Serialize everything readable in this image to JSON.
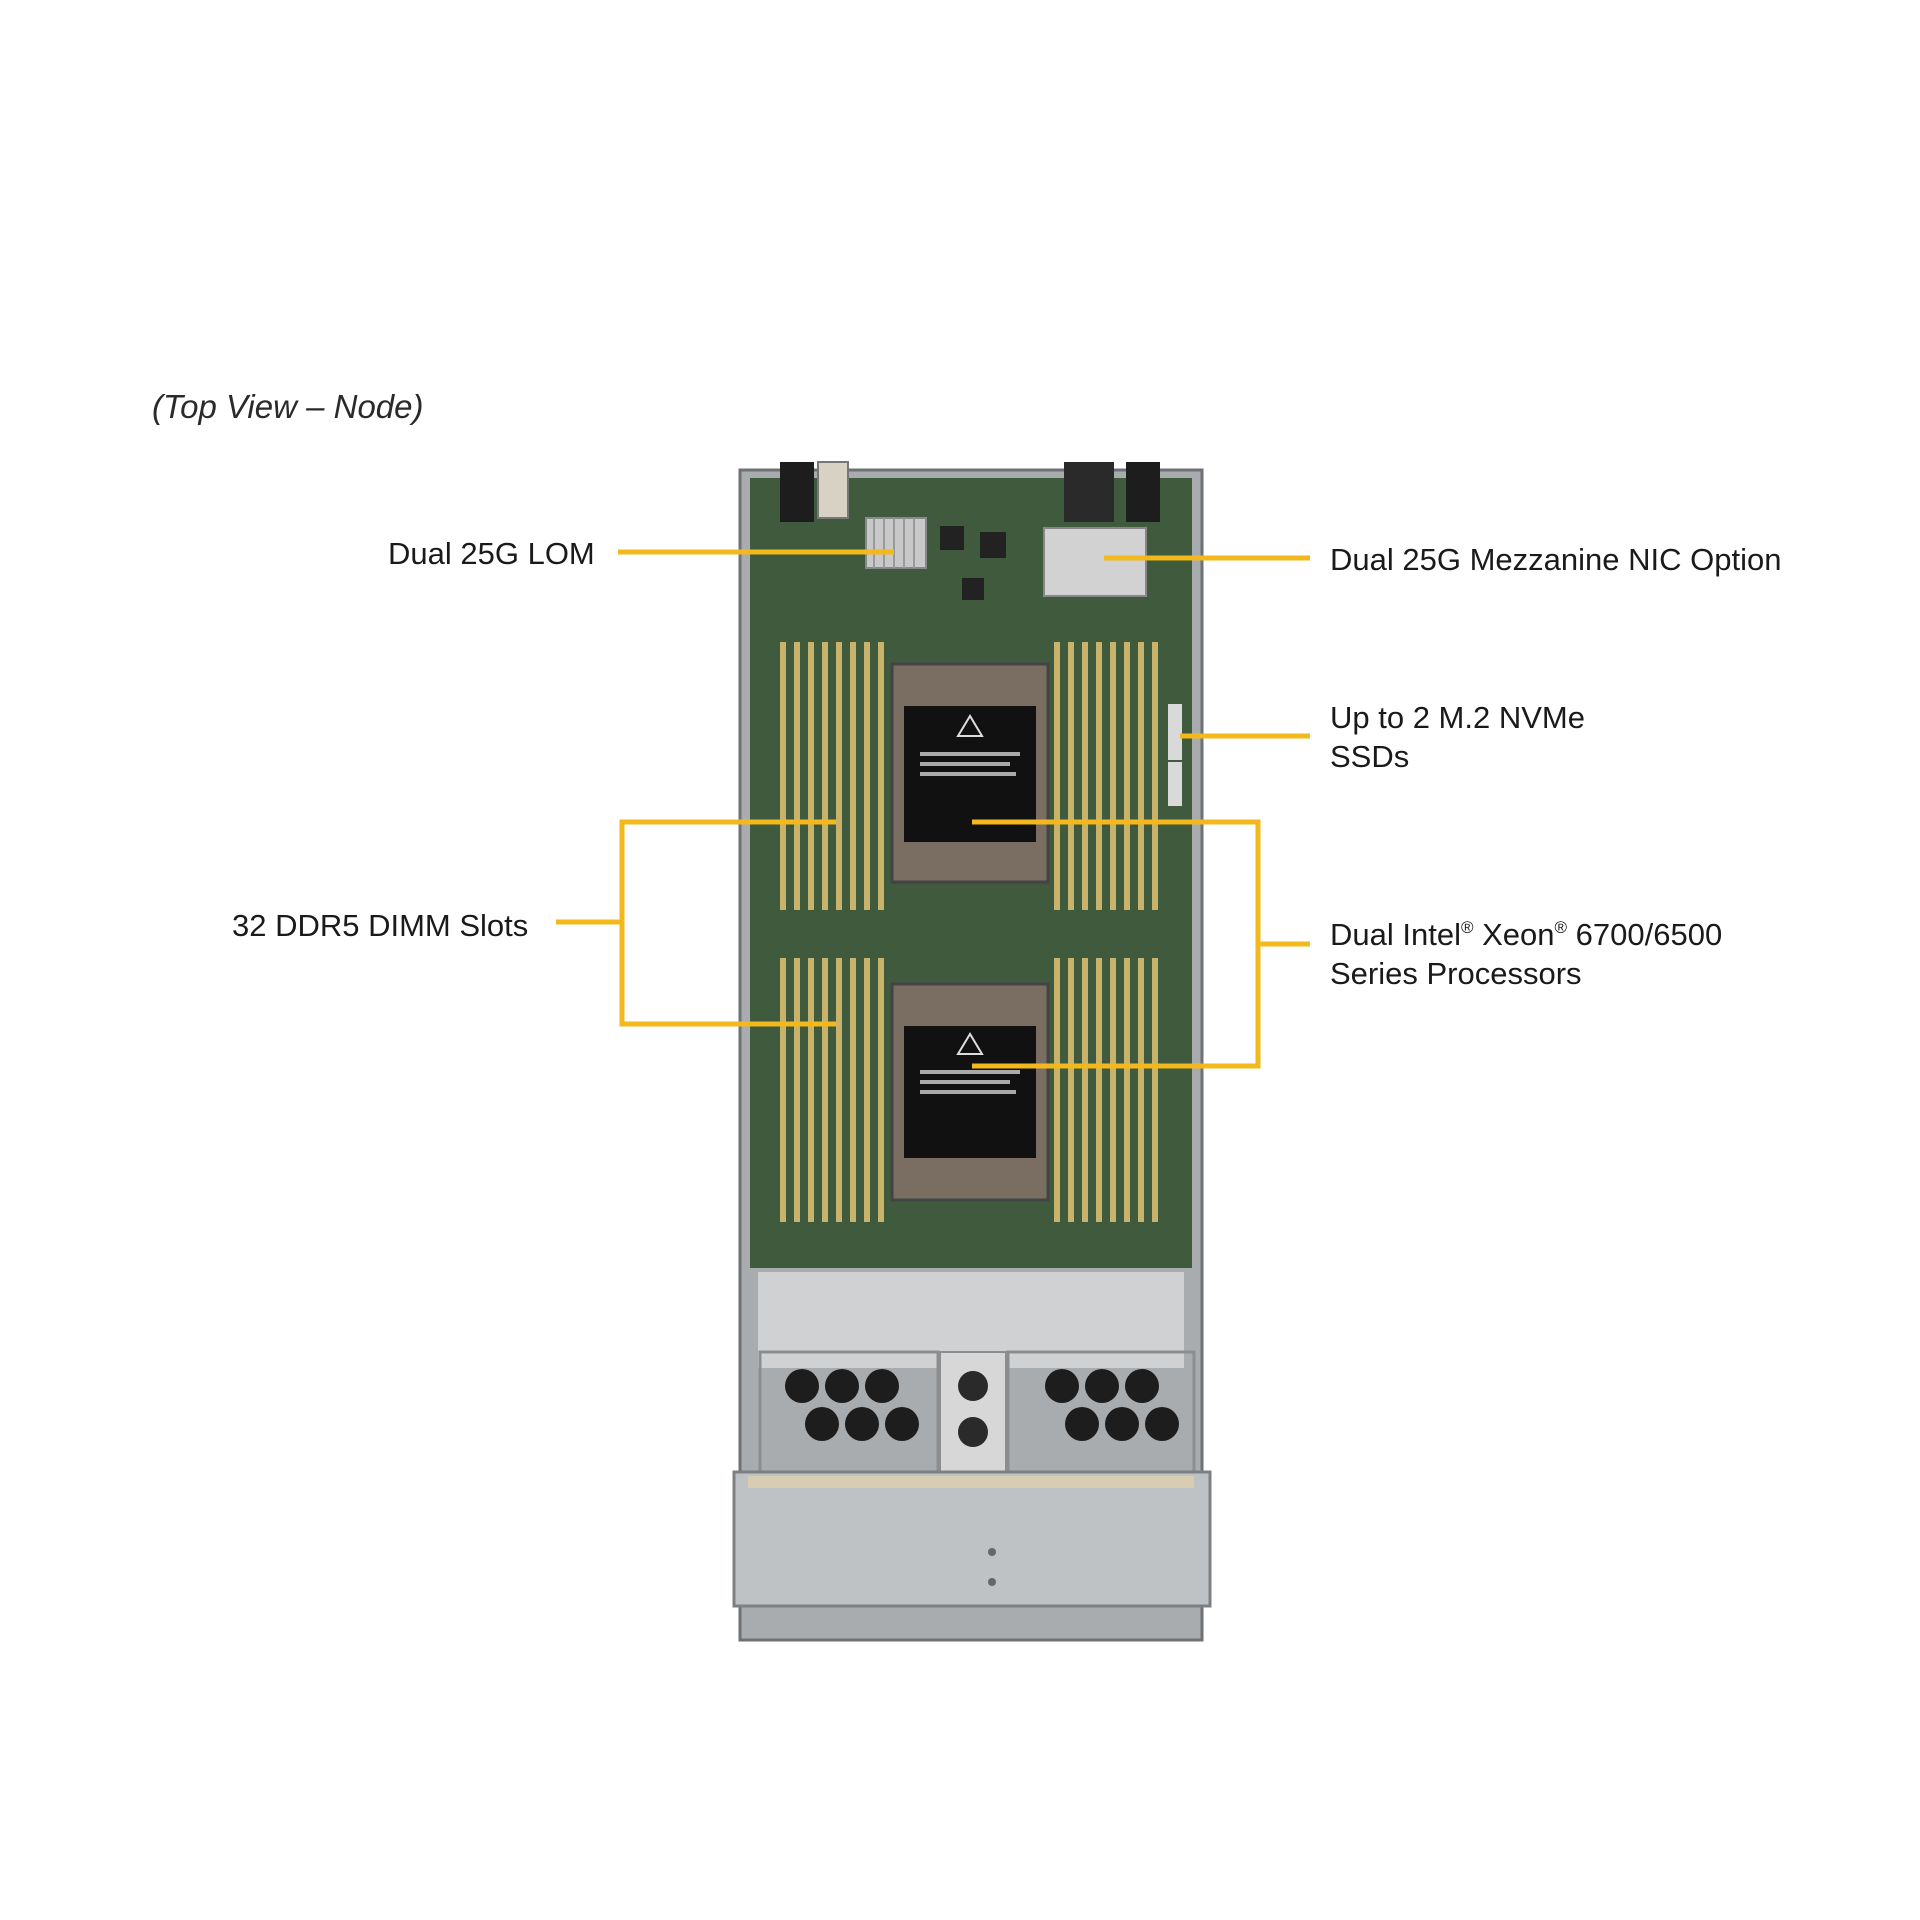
{
  "caption": "(Top View – Node)",
  "callouts": {
    "lom": "Dual 25G LOM",
    "mezzanine": "Dual 25G Mezzanine NIC Option",
    "m2_line1": "Up to 2 M.2 NVMe",
    "m2_line2": "SSDs",
    "dimm": "32 DDR5 DIMM Slots",
    "cpu_brand_a": "Dual Intel",
    "cpu_brand_b": " Xeon",
    "cpu_model": " 6700/6500",
    "cpu_line2": "Series Processors",
    "registered_mark": "®"
  },
  "colors": {
    "callout_line": "#f2b81c",
    "pcb": "#3f5a3c",
    "chassis": "#b9bcbe",
    "dimm_slot": "#c9b26a"
  }
}
